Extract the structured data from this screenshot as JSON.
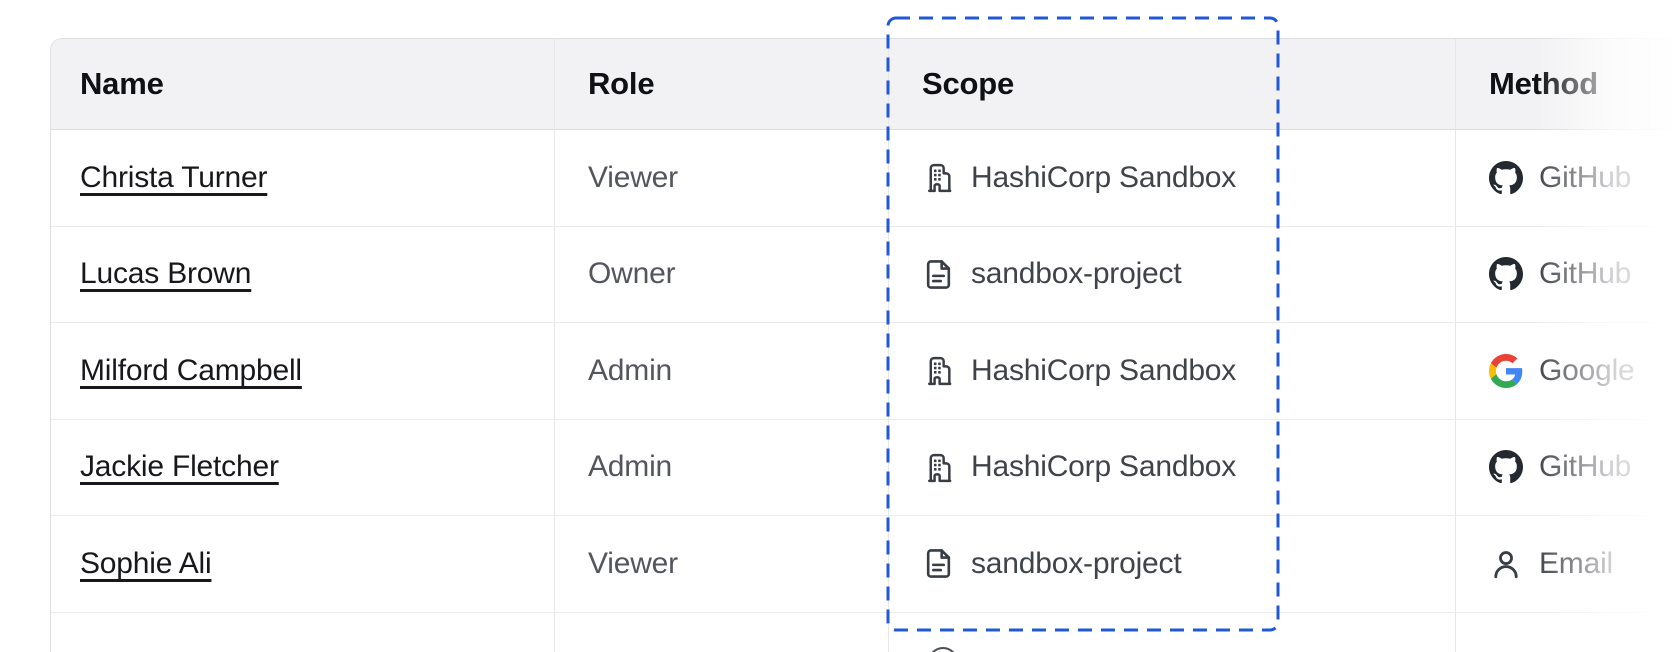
{
  "table": {
    "columns": [
      {
        "id": "name",
        "label": "Name"
      },
      {
        "id": "role",
        "label": "Role"
      },
      {
        "id": "scope",
        "label": "Scope"
      },
      {
        "id": "method",
        "label": "Method"
      }
    ],
    "rows": [
      {
        "name": "Christa Turner",
        "role": "Viewer",
        "scope": {
          "icon": "building-icon",
          "label": "HashiCorp Sandbox"
        },
        "method": {
          "icon": "github-icon",
          "label": "GitHub"
        }
      },
      {
        "name": "Lucas Brown",
        "role": "Owner",
        "scope": {
          "icon": "file-icon",
          "label": "sandbox-project"
        },
        "method": {
          "icon": "github-icon",
          "label": "GitHub"
        }
      },
      {
        "name": "Milford Campbell",
        "role": "Admin",
        "scope": {
          "icon": "building-icon",
          "label": "HashiCorp Sandbox"
        },
        "method": {
          "icon": "google-icon",
          "label": "Google"
        }
      },
      {
        "name": "Jackie Fletcher",
        "role": "Admin",
        "scope": {
          "icon": "building-icon",
          "label": "HashiCorp Sandbox"
        },
        "method": {
          "icon": "github-icon",
          "label": "GitHub"
        }
      },
      {
        "name": "Sophie Ali",
        "role": "Viewer",
        "scope": {
          "icon": "file-icon",
          "label": "sandbox-project"
        },
        "method": {
          "icon": "user-icon",
          "label": "Email"
        }
      }
    ],
    "partial_row": {
      "visible": true,
      "icon": "circle-icon"
    }
  },
  "annotation": {
    "target": "scope-column",
    "style": "dashed-rectangle",
    "color": "#2158d9"
  },
  "colors": {
    "header_bg": "#f2f2f4",
    "row_border": "#ebebee",
    "github_icon": "#24292f",
    "mono_icon": "#393d44"
  }
}
